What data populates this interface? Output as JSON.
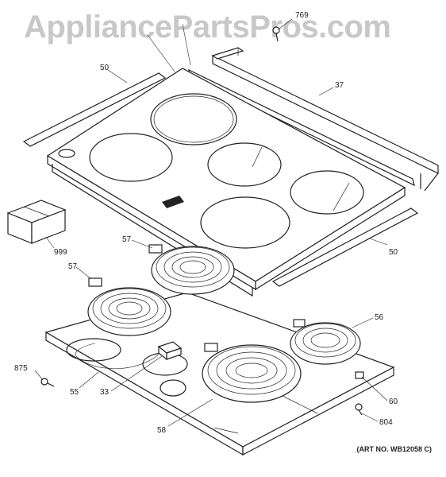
{
  "watermark": "AppliancePartsPros.com",
  "art_number": "(ART NO. WB12058 C)",
  "callouts": [
    {
      "id": "769",
      "text": "769"
    },
    {
      "id": "50a",
      "text": "50"
    },
    {
      "id": "37",
      "text": "37"
    },
    {
      "id": "999",
      "text": "999"
    },
    {
      "id": "50b",
      "text": "50"
    },
    {
      "id": "57a",
      "text": "57"
    },
    {
      "id": "57b",
      "text": "57"
    },
    {
      "id": "56",
      "text": "56"
    },
    {
      "id": "875",
      "text": "875"
    },
    {
      "id": "55",
      "text": "55"
    },
    {
      "id": "33",
      "text": "33"
    },
    {
      "id": "60",
      "text": "60"
    },
    {
      "id": "804",
      "text": "804"
    },
    {
      "id": "58",
      "text": "58"
    }
  ]
}
